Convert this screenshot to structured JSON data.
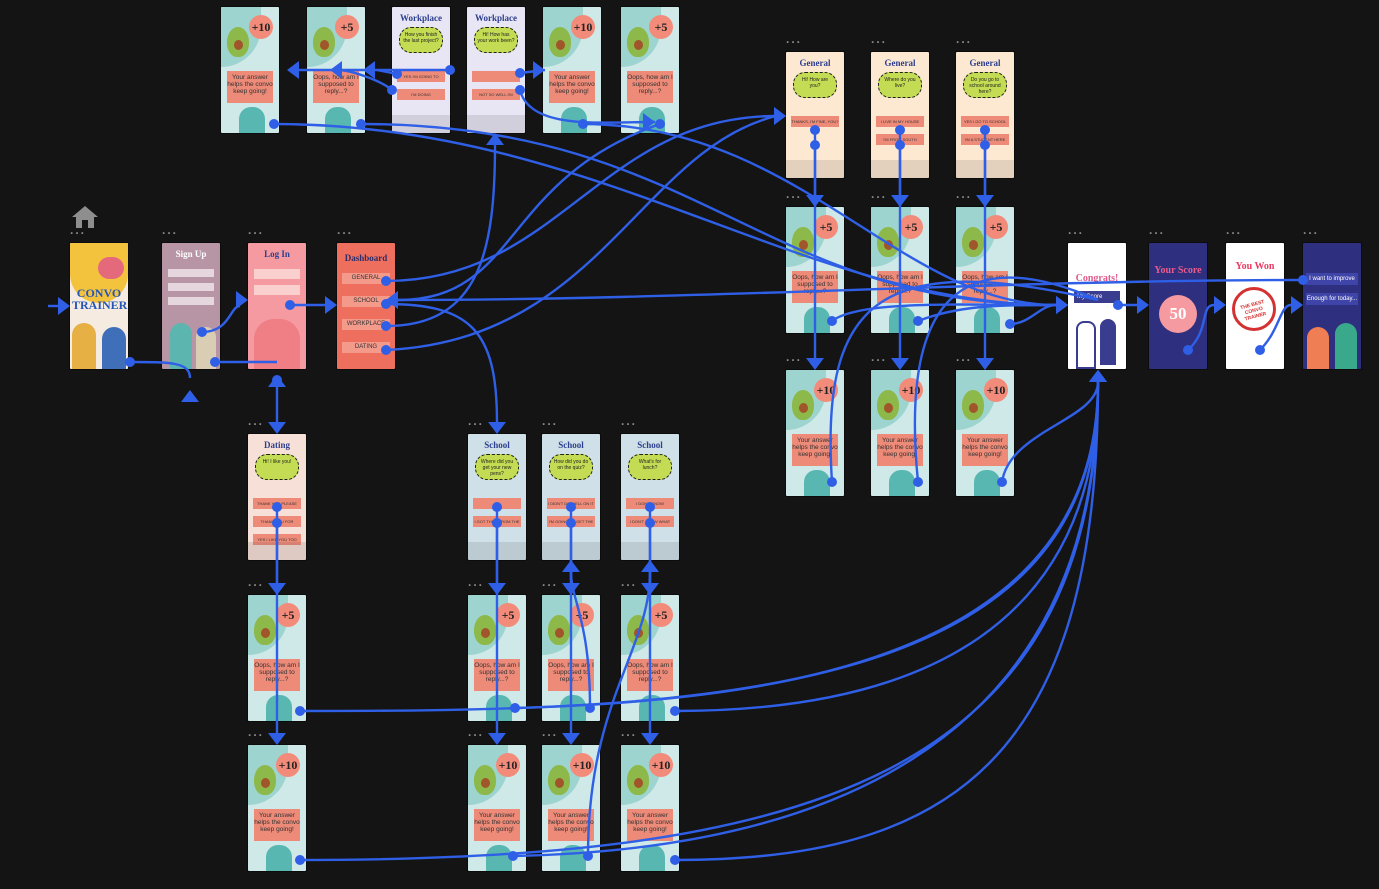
{
  "canvas": {
    "background": "#141414",
    "connector_color": "#2f5fe6"
  },
  "home_icon": "home-icon",
  "ellipsis": "...",
  "screens": {
    "convo_trainer": {
      "title": "CONVO TRAINER"
    },
    "sign_up": {
      "title": "Sign Up"
    },
    "log_in": {
      "title": "Log In"
    },
    "dashboard": {
      "title": "Dashboard",
      "items": [
        "GENERAL",
        "SCHOOL RECIPES",
        "WORKPLACE",
        "DATING"
      ]
    },
    "dating": {
      "title": "Dating",
      "question": "Hi! I like you!",
      "options": [
        "THANK YOU PLEASE SIGN IN",
        "THANK YOU FOR",
        "YES I LIKE YOU TOO"
      ]
    },
    "workplace_1": {
      "title": "Workplace",
      "question": "How you finish the last project?",
      "options": [
        "YES I'M GOING TO FINISH IT SOON",
        "I'M DOING"
      ]
    },
    "workplace_2": {
      "title": "Workplace",
      "question": "Hi! How has your work been?",
      "options": [
        "",
        "NOT SO WELL I'M UNDER SO MUCH"
      ]
    },
    "general_1": {
      "title": "General",
      "question": "Hi! How are you?",
      "options": [
        "THANKS, I'M FINE, YOU?"
      ]
    },
    "general_2": {
      "title": "General",
      "question": "Where do you live?",
      "options": [
        "I LIVE IN MY HOUSE",
        "I'M FROM SOUTH KOREA AND I MOVED HERE"
      ]
    },
    "general_3": {
      "title": "General",
      "question": "Do you go to school around here?",
      "options": [
        "YES I GO TO SCHOOL HERE",
        "I'M A STUDENT HERE"
      ]
    },
    "school_1": {
      "title": "School",
      "question": "Where did you get your new pens?",
      "options": [
        "",
        "I GOT THEM FROM THE BOOKSTORE"
      ]
    },
    "school_2": {
      "title": "School",
      "question": "How did you do on the quiz?",
      "options": [
        "I DIDN'T DO WELL ON IT",
        "I'M GOING TO GET THE HANG OF IT"
      ]
    },
    "school_3": {
      "title": "School",
      "question": "What's for lunch?",
      "options": [
        "I DON'T KNOW",
        "I DON'T KNOW WHAT THEY'RE SERVING"
      ]
    },
    "plus10": {
      "points": "+10",
      "message": "Your answer helps the convo keep going!"
    },
    "plus5": {
      "points": "+5",
      "message": "Oops, how am I supposed to reply...?"
    },
    "congrats": {
      "title": "Congrats!",
      "button": "My Score"
    },
    "score": {
      "title": "Your Score",
      "value": "50"
    },
    "you_won": {
      "title": "You Won",
      "stamp": "THE BEST CONVO TRAINER"
    },
    "final": {
      "options": [
        "I want to improve",
        "Enough for today..."
      ]
    }
  }
}
